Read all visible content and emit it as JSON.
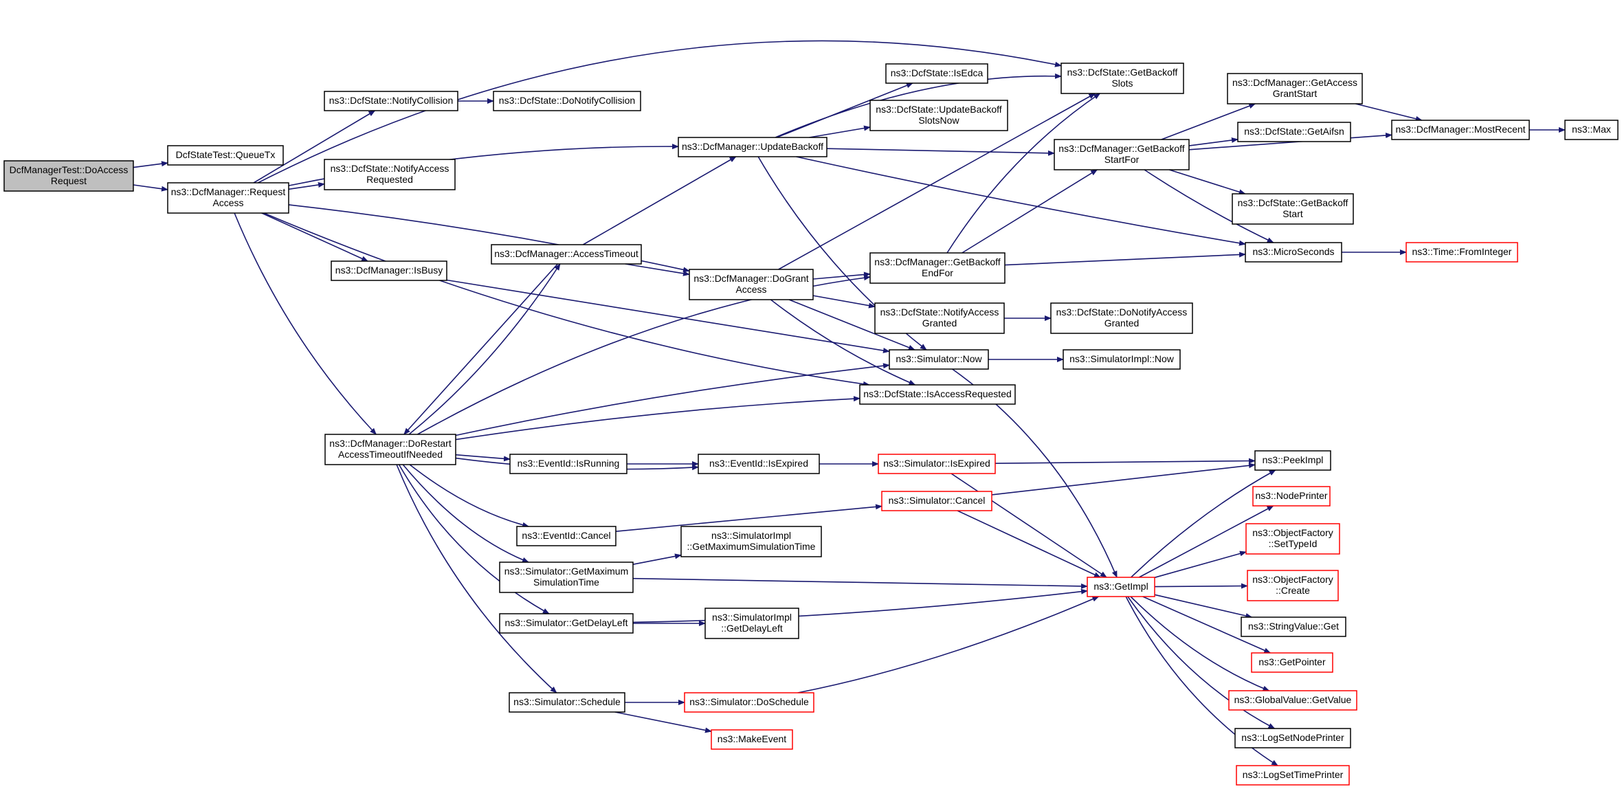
{
  "colors": {
    "edge": "#191970",
    "node_border": "#000000",
    "node_border_truncated": "#ff0000",
    "node_fill": "#ffffff",
    "root_fill": "#bfbfbf",
    "text": "#000000"
  },
  "nodes": [
    {
      "id": "root",
      "lines": [
        "DcfManagerTest::DoAccess",
        "Request"
      ],
      "kind": "root"
    },
    {
      "id": "queuetx",
      "lines": [
        "DcfStateTest::QueueTx"
      ],
      "kind": "normal"
    },
    {
      "id": "reqacc",
      "lines": [
        "ns3::DcfManager::Request",
        "Access"
      ],
      "kind": "normal"
    },
    {
      "id": "notifcoll",
      "lines": [
        "ns3::DcfState::NotifyCollision"
      ],
      "kind": "normal"
    },
    {
      "id": "donotifcoll",
      "lines": [
        "ns3::DcfState::DoNotifyCollision"
      ],
      "kind": "normal"
    },
    {
      "id": "notifaccreq",
      "lines": [
        "ns3::DcfState::NotifyAccess",
        "Requested"
      ],
      "kind": "normal"
    },
    {
      "id": "isbusy",
      "lines": [
        "ns3::DcfManager::IsBusy"
      ],
      "kind": "normal"
    },
    {
      "id": "dorestart",
      "lines": [
        "ns3::DcfManager::DoRestart",
        "AccessTimeoutIfNeeded"
      ],
      "kind": "normal"
    },
    {
      "id": "acctimeout",
      "lines": [
        "ns3::DcfManager::AccessTimeout"
      ],
      "kind": "normal"
    },
    {
      "id": "updbackoff",
      "lines": [
        "ns3::DcfManager::UpdateBackoff"
      ],
      "kind": "normal"
    },
    {
      "id": "dogrant",
      "lines": [
        "ns3::DcfManager::DoGrant",
        "Access"
      ],
      "kind": "normal"
    },
    {
      "id": "isedca",
      "lines": [
        "ns3::DcfState::IsEdca"
      ],
      "kind": "normal"
    },
    {
      "id": "updbackoffnow",
      "lines": [
        "ns3::DcfState::UpdateBackoff",
        "SlotsNow"
      ],
      "kind": "normal"
    },
    {
      "id": "getbackoffslots",
      "lines": [
        "ns3::DcfState::GetBackoff",
        "Slots"
      ],
      "kind": "normal"
    },
    {
      "id": "getbackoffendfor",
      "lines": [
        "ns3::DcfManager::GetBackoff",
        "EndFor"
      ],
      "kind": "normal"
    },
    {
      "id": "notifaccgranted",
      "lines": [
        "ns3::DcfState::NotifyAccess",
        "Granted"
      ],
      "kind": "normal"
    },
    {
      "id": "donotifaccgranted",
      "lines": [
        "ns3::DcfState::DoNotifyAccess",
        "Granted"
      ],
      "kind": "normal"
    },
    {
      "id": "simnow",
      "lines": [
        "ns3::Simulator::Now"
      ],
      "kind": "normal"
    },
    {
      "id": "simimplnow",
      "lines": [
        "ns3::SimulatorImpl::Now"
      ],
      "kind": "normal"
    },
    {
      "id": "isaccreq",
      "lines": [
        "ns3::DcfState::IsAccessRequested"
      ],
      "kind": "normal"
    },
    {
      "id": "getbackoffstartfor",
      "lines": [
        "ns3::DcfManager::GetBackoff",
        "StartFor"
      ],
      "kind": "normal"
    },
    {
      "id": "getaccgrantstart",
      "lines": [
        "ns3::DcfManager::GetAccess",
        "GrantStart"
      ],
      "kind": "normal"
    },
    {
      "id": "getaifsn",
      "lines": [
        "ns3::DcfState::GetAifsn"
      ],
      "kind": "normal"
    },
    {
      "id": "getbackoffstart",
      "lines": [
        "ns3::DcfState::GetBackoff",
        "Start"
      ],
      "kind": "normal"
    },
    {
      "id": "mostrecent",
      "lines": [
        "ns3::DcfManager::MostRecent"
      ],
      "kind": "normal"
    },
    {
      "id": "max",
      "lines": [
        "ns3::Max"
      ],
      "kind": "normal"
    },
    {
      "id": "microseconds",
      "lines": [
        "ns3::MicroSeconds"
      ],
      "kind": "normal"
    },
    {
      "id": "frominteger",
      "lines": [
        "ns3::Time::FromInteger"
      ],
      "kind": "truncated"
    },
    {
      "id": "isrunning",
      "lines": [
        "ns3::EventId::IsRunning"
      ],
      "kind": "normal"
    },
    {
      "id": "isexpired",
      "lines": [
        "ns3::EventId::IsExpired"
      ],
      "kind": "normal"
    },
    {
      "id": "simisexpired",
      "lines": [
        "ns3::Simulator::IsExpired"
      ],
      "kind": "truncated"
    },
    {
      "id": "peekimpl",
      "lines": [
        "ns3::PeekImpl"
      ],
      "kind": "normal"
    },
    {
      "id": "evcancel",
      "lines": [
        "ns3::EventId::Cancel"
      ],
      "kind": "normal"
    },
    {
      "id": "simcancel",
      "lines": [
        "ns3::Simulator::Cancel"
      ],
      "kind": "truncated"
    },
    {
      "id": "simgetmax",
      "lines": [
        "ns3::Simulator::GetMaximum",
        "SimulationTime"
      ],
      "kind": "normal"
    },
    {
      "id": "simimplgetmax",
      "lines": [
        "ns3::SimulatorImpl",
        "::GetMaximumSimulationTime"
      ],
      "kind": "normal"
    },
    {
      "id": "getimpl",
      "lines": [
        "ns3::GetImpl"
      ],
      "kind": "truncated"
    },
    {
      "id": "simgetdelay",
      "lines": [
        "ns3::Simulator::GetDelayLeft"
      ],
      "kind": "normal"
    },
    {
      "id": "simimplgetdelay",
      "lines": [
        "ns3::SimulatorImpl",
        "::GetDelayLeft"
      ],
      "kind": "normal"
    },
    {
      "id": "simschedule",
      "lines": [
        "ns3::Simulator::Schedule"
      ],
      "kind": "normal"
    },
    {
      "id": "simdoschedule",
      "lines": [
        "ns3::Simulator::DoSchedule"
      ],
      "kind": "truncated"
    },
    {
      "id": "makeevent",
      "lines": [
        "ns3::MakeEvent"
      ],
      "kind": "truncated"
    },
    {
      "id": "nodeprinter",
      "lines": [
        "ns3::NodePrinter"
      ],
      "kind": "truncated"
    },
    {
      "id": "ofsettypeid",
      "lines": [
        "ns3::ObjectFactory",
        "::SetTypeId"
      ],
      "kind": "truncated"
    },
    {
      "id": "ofcreate",
      "lines": [
        "ns3::ObjectFactory",
        "::Create"
      ],
      "kind": "truncated"
    },
    {
      "id": "stringvalueget",
      "lines": [
        "ns3::StringValue::Get"
      ],
      "kind": "normal"
    },
    {
      "id": "getpointer",
      "lines": [
        "ns3::GetPointer"
      ],
      "kind": "truncated"
    },
    {
      "id": "globalvalueget",
      "lines": [
        "ns3::GlobalValue::GetValue"
      ],
      "kind": "truncated"
    },
    {
      "id": "logsetnodeprinter",
      "lines": [
        "ns3::LogSetNodePrinter"
      ],
      "kind": "normal"
    },
    {
      "id": "logsettimeprinter",
      "lines": [
        "ns3::LogSetTimePrinter"
      ],
      "kind": "truncated"
    }
  ],
  "edges": [
    [
      "root",
      "queuetx"
    ],
    [
      "root",
      "reqacc"
    ],
    [
      "reqacc",
      "getbackoffslots"
    ],
    [
      "reqacc",
      "notifcoll"
    ],
    [
      "reqacc",
      "updbackoff"
    ],
    [
      "reqacc",
      "notifaccreq"
    ],
    [
      "reqacc",
      "dogrant"
    ],
    [
      "reqacc",
      "isbusy"
    ],
    [
      "reqacc",
      "isaccreq"
    ],
    [
      "reqacc",
      "dorestart"
    ],
    [
      "notifcoll",
      "donotifcoll"
    ],
    [
      "isbusy",
      "simnow"
    ],
    [
      "acctimeout",
      "updbackoff"
    ],
    [
      "acctimeout",
      "dogrant"
    ],
    [
      "acctimeout",
      "dorestart"
    ],
    [
      "dorestart",
      "acctimeout"
    ],
    [
      "dorestart",
      "getbackoffendfor"
    ],
    [
      "dorestart",
      "simnow"
    ],
    [
      "dorestart",
      "isaccreq"
    ],
    [
      "dorestart",
      "isrunning"
    ],
    [
      "dorestart",
      "isexpired"
    ],
    [
      "dorestart",
      "evcancel"
    ],
    [
      "dorestart",
      "simgetmax"
    ],
    [
      "dorestart",
      "simgetdelay"
    ],
    [
      "dorestart",
      "simschedule"
    ],
    [
      "updbackoff",
      "getbackoffslots"
    ],
    [
      "updbackoff",
      "isedca"
    ],
    [
      "updbackoff",
      "updbackoffnow"
    ],
    [
      "updbackoff",
      "getbackoffstartfor"
    ],
    [
      "updbackoff",
      "microseconds"
    ],
    [
      "updbackoff",
      "simnow"
    ],
    [
      "dogrant",
      "getbackoffslots"
    ],
    [
      "dogrant",
      "getbackoffendfor"
    ],
    [
      "dogrant",
      "notifaccgranted"
    ],
    [
      "dogrant",
      "simnow"
    ],
    [
      "dogrant",
      "isaccreq"
    ],
    [
      "getbackoffendfor",
      "getbackoffslots"
    ],
    [
      "getbackoffendfor",
      "getbackoffstartfor"
    ],
    [
      "getbackoffendfor",
      "microseconds"
    ],
    [
      "notifaccgranted",
      "donotifaccgranted"
    ],
    [
      "getbackoffstartfor",
      "getaccgrantstart"
    ],
    [
      "getbackoffstartfor",
      "getaifsn"
    ],
    [
      "getbackoffstartfor",
      "mostrecent"
    ],
    [
      "getbackoffstartfor",
      "getbackoffstart"
    ],
    [
      "getbackoffstartfor",
      "microseconds"
    ],
    [
      "getaccgrantstart",
      "mostrecent"
    ],
    [
      "mostrecent",
      "max"
    ],
    [
      "microseconds",
      "frominteger"
    ],
    [
      "simnow",
      "simimplnow"
    ],
    [
      "simnow",
      "getimpl"
    ],
    [
      "isrunning",
      "isexpired"
    ],
    [
      "isexpired",
      "simisexpired"
    ],
    [
      "simisexpired",
      "peekimpl"
    ],
    [
      "simisexpired",
      "getimpl"
    ],
    [
      "evcancel",
      "simcancel"
    ],
    [
      "simcancel",
      "peekimpl"
    ],
    [
      "simcancel",
      "getimpl"
    ],
    [
      "simgetmax",
      "simimplgetmax"
    ],
    [
      "simgetmax",
      "getimpl"
    ],
    [
      "simgetdelay",
      "simimplgetdelay"
    ],
    [
      "simgetdelay",
      "getimpl"
    ],
    [
      "simschedule",
      "simdoschedule"
    ],
    [
      "simschedule",
      "makeevent"
    ],
    [
      "simdoschedule",
      "getimpl"
    ],
    [
      "getimpl",
      "peekimpl"
    ],
    [
      "getimpl",
      "nodeprinter"
    ],
    [
      "getimpl",
      "ofsettypeid"
    ],
    [
      "getimpl",
      "ofcreate"
    ],
    [
      "getimpl",
      "stringvalueget"
    ],
    [
      "getimpl",
      "getpointer"
    ],
    [
      "getimpl",
      "globalvalueget"
    ],
    [
      "getimpl",
      "logsetnodeprinter"
    ],
    [
      "getimpl",
      "logsettimeprinter"
    ]
  ]
}
